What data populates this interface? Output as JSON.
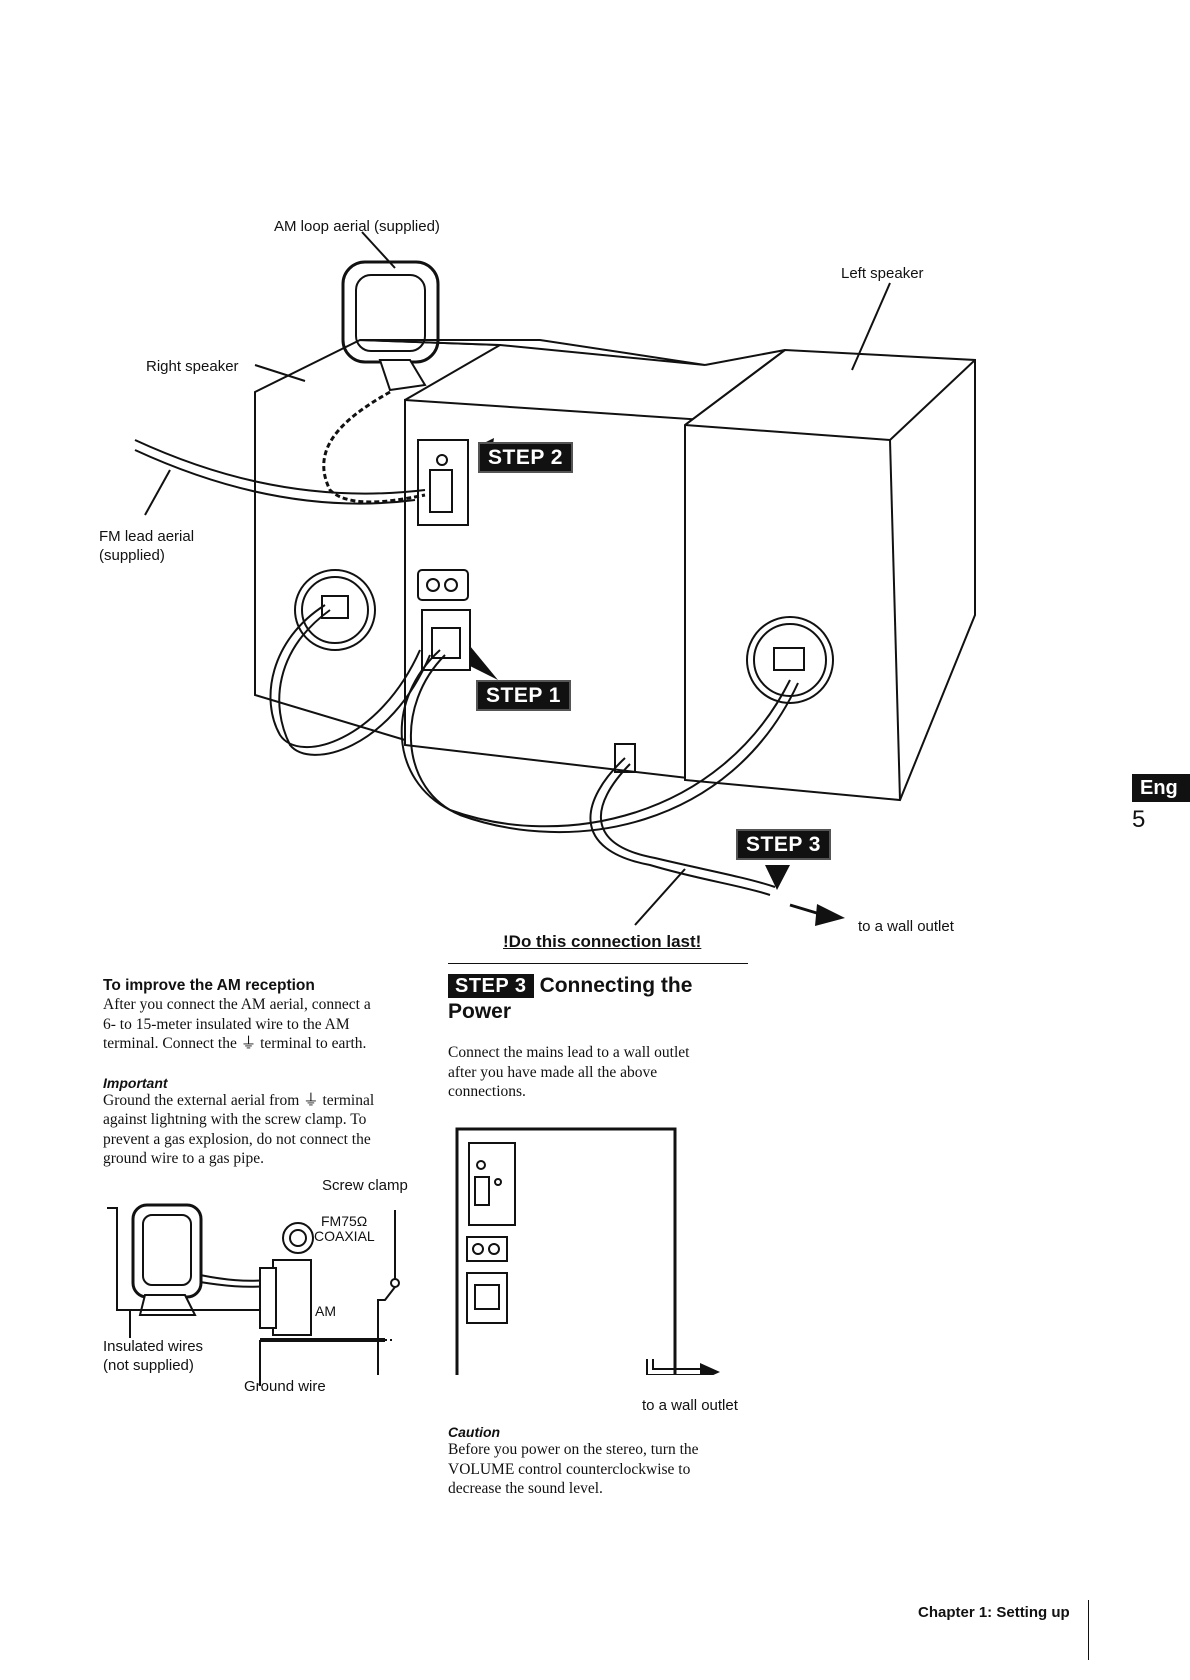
{
  "top_figure": {
    "am_loop_label": "AM loop aerial (supplied)",
    "right_speaker_label": "Right speaker",
    "left_speaker_label": "Left speaker",
    "fm_lead_label_line1": "FM lead aerial",
    "fm_lead_label_line2": "(supplied)",
    "step1": "STEP 1",
    "step2": "STEP 2",
    "step3": "STEP 3",
    "wall_outlet": "to a wall outlet",
    "do_last": "!Do this connection last!"
  },
  "side_tab": {
    "lang": "Eng",
    "page_number": "5"
  },
  "am_reception": {
    "heading": "To improve the AM reception",
    "body": [
      "After you connect the AM aerial, connect a",
      "6- to 15-meter insulated wire to the AM",
      "terminal. Connect the ⏚ terminal to earth."
    ],
    "important_heading": "Important",
    "important_body": [
      "Ground the external aerial from ⏚ terminal",
      "against lightning with the screw clamp. To",
      "prevent a gas explosion, do not connect the",
      "ground wire to a gas pipe."
    ]
  },
  "ground_figure": {
    "screw_clamp": "Screw clamp",
    "fm75": "FM75Ω",
    "coaxial": "COAXIAL",
    "am": "AM",
    "insulated_line1": "Insulated wires",
    "insulated_line2": "(not supplied)",
    "ground_wire": "Ground wire"
  },
  "step3_section": {
    "badge": "STEP 3",
    "title_line1": "Connecting the",
    "title_line2": "Power",
    "body": [
      "Connect the mains lead to a wall outlet",
      "after you have made all the above",
      "connections."
    ],
    "wall_outlet": "to a wall outlet",
    "caution_heading": "Caution",
    "caution_body": [
      "Before you power on the stereo, turn the",
      "VOLUME control counterclockwise to",
      "decrease the sound level."
    ]
  },
  "footer": {
    "chapter": "Chapter 1: Setting up"
  }
}
